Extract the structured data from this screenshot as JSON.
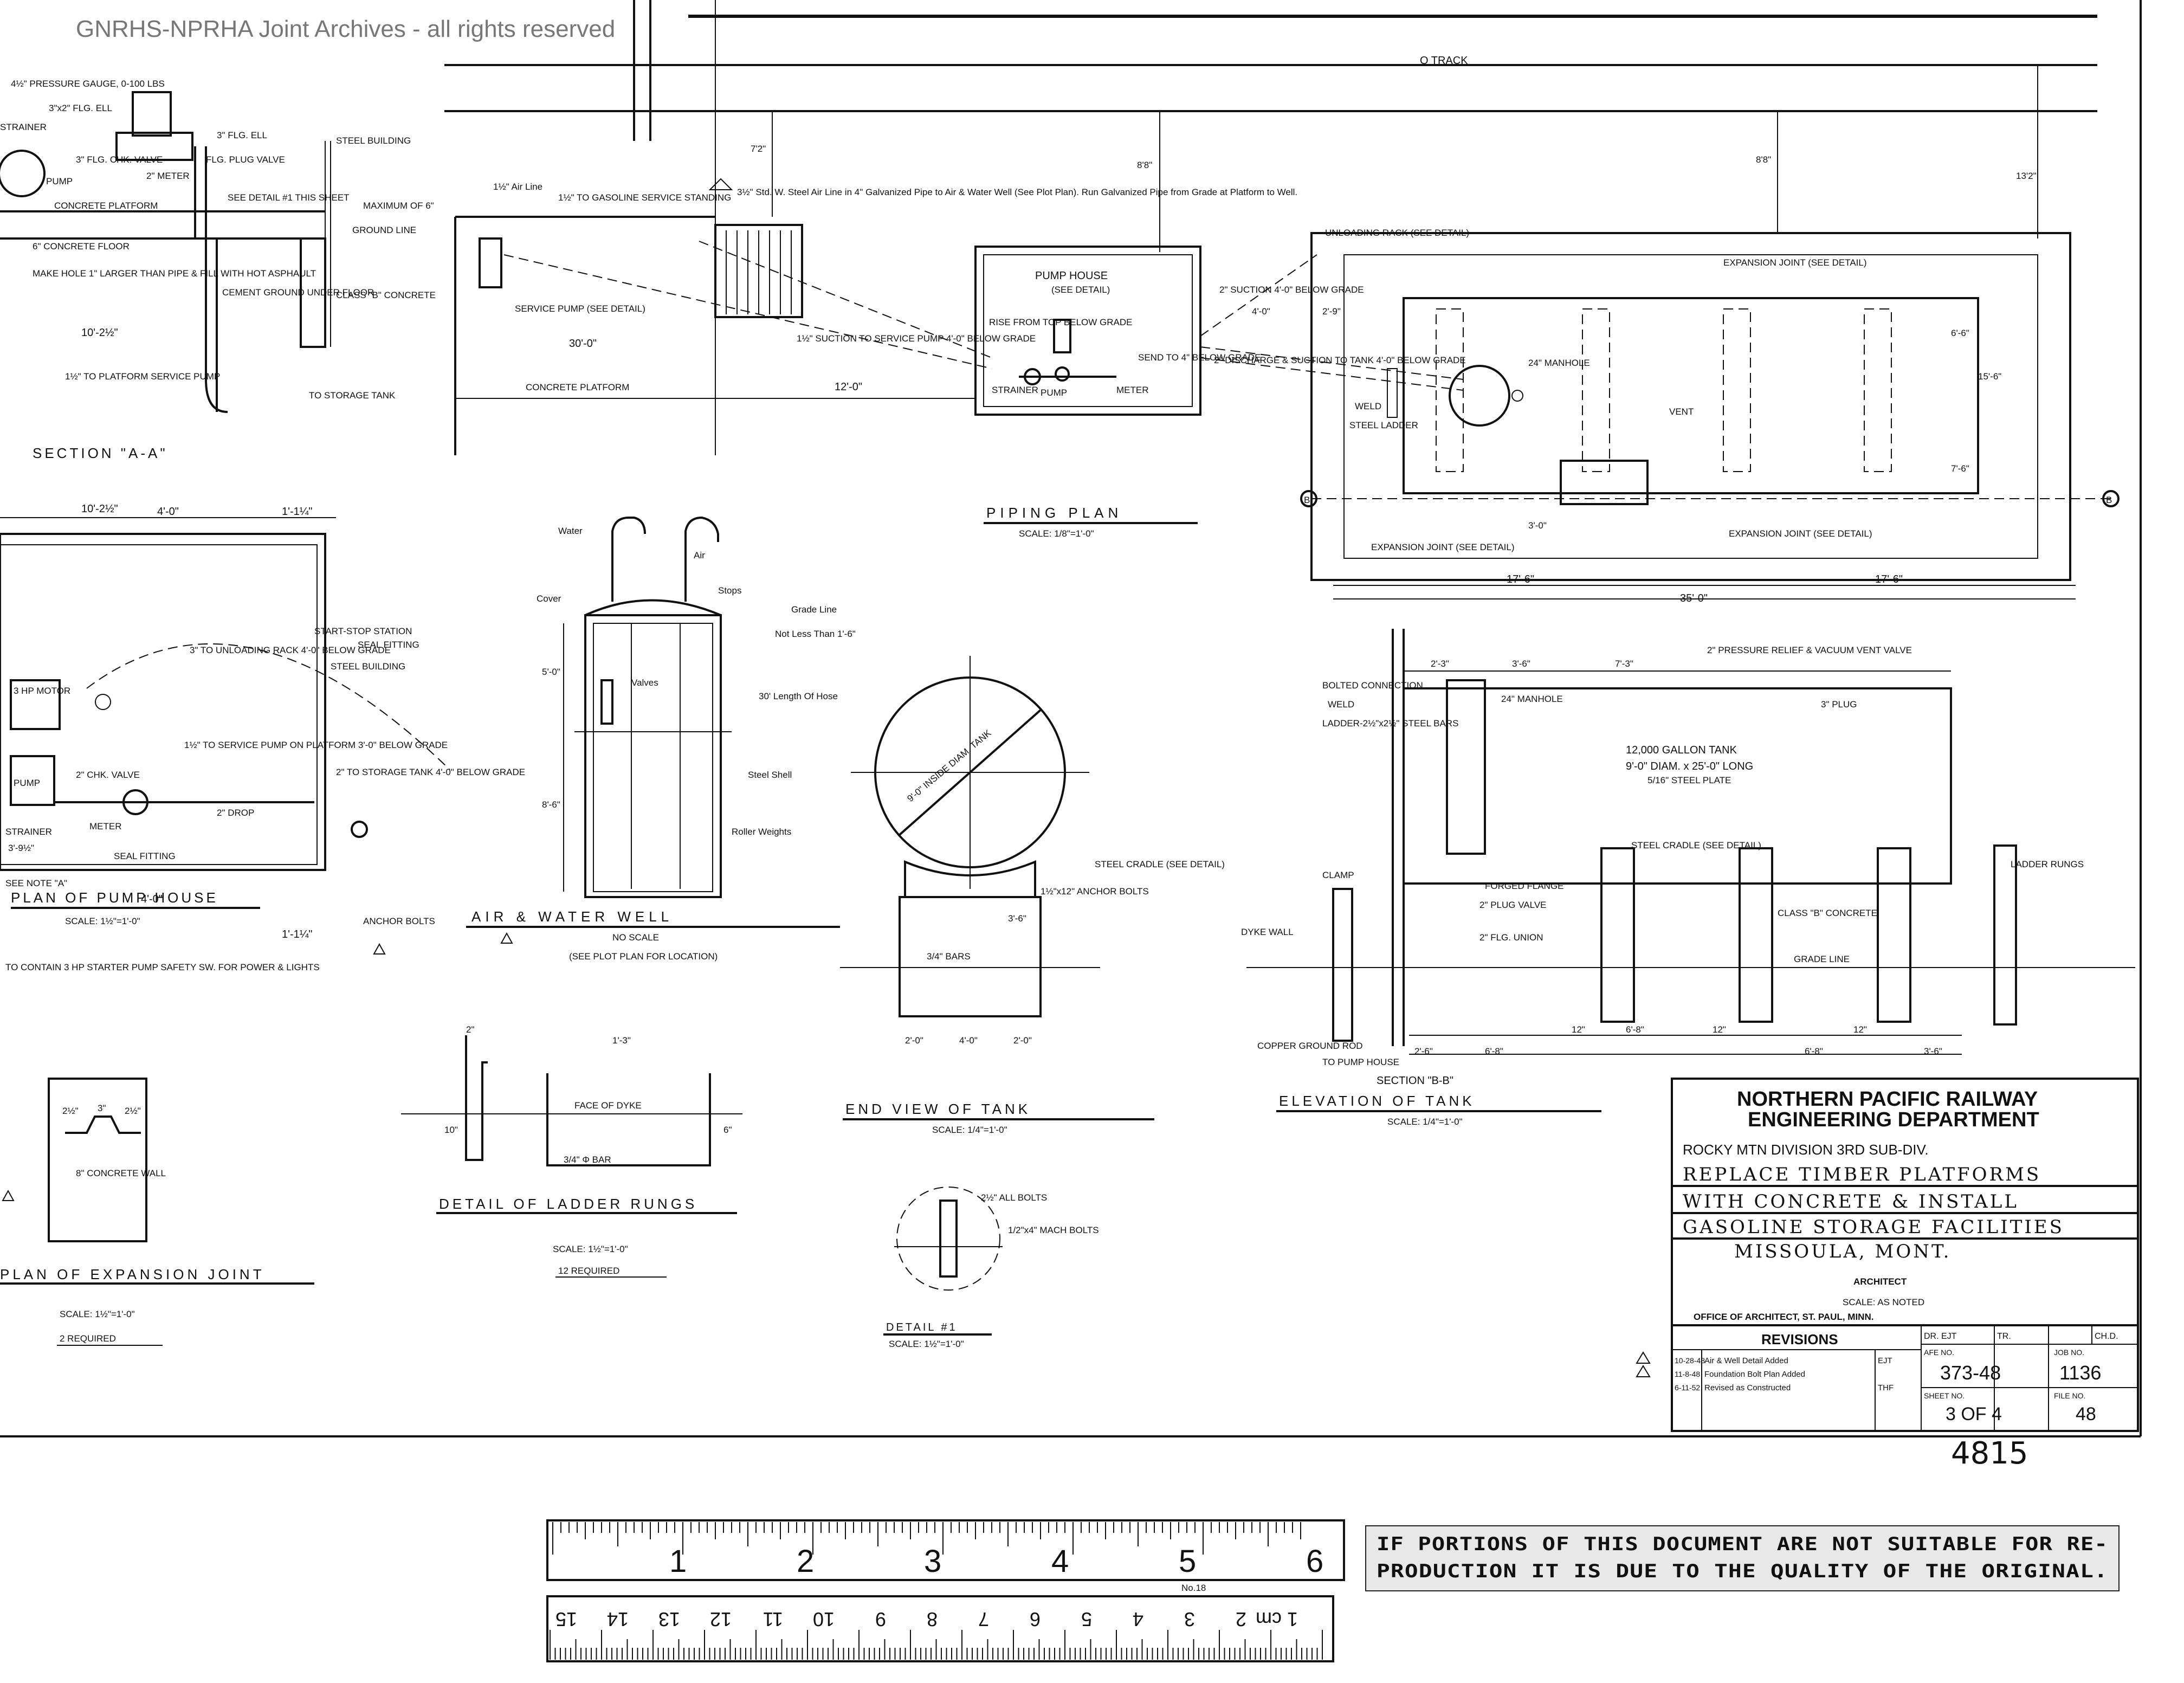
{
  "watermark": "GNRHS-NPRHA Joint Archives - all rights reserved",
  "track_label": "Q TRACK",
  "section_aa": {
    "title": "SECTION \"A-A\"",
    "notes": [
      "4½\" PRESSURE GAUGE, 0-100 LBS",
      "3\"x2\" FLG. ELL",
      "STRAINER",
      "3\" FLG. ELL",
      "3\" FLG. CHK. VALVE",
      "2\" METER",
      "FLG. PLUG VALVE",
      "STEEL BUILDING",
      "PUMP",
      "CONCRETE PLATFORM",
      "SEE DETAIL #1 THIS SHEET",
      "MAXIMUM OF 6\"",
      "GROUND LINE",
      "6\" CONCRETE FLOOR",
      "MAKE HOLE 1\" LARGER THAN PIPE & FILL WITH HOT ASPHAULT",
      "CEMENT GROUND UNDER FLOOR",
      "CLASS \"B\" CONCRETE",
      "10'-2½\"",
      "1½\" TO PLATFORM SERVICE PUMP",
      "TO STORAGE TANK"
    ]
  },
  "platform_section": {
    "notes": [
      "1½\" Air Line",
      "1½\" TO GASOLINE SERVICE STANDING",
      "SERVICE PUMP (SEE DETAIL)",
      "30'-0\"",
      "CONCRETE PLATFORM",
      "12'-0\"",
      "1½\" SUCTION TO SERVICE PUMP 4'-0\" BELOW GRADE"
    ],
    "air_note": "3½\" Std. W. Steel Air Line in 4\" Galvanized Pipe to Air & Water Well (See Plot Plan). Run Galvanized Pipe from Grade at Platform to Well."
  },
  "dims_top": [
    "7'2\"",
    "8'8\"",
    "8'8\"",
    "13'2\""
  ],
  "pump_house_plan": {
    "label": "PUMP HOUSE",
    "sub": "(SEE DETAIL)",
    "notes": [
      "RISE FROM TOP BELOW GRADE",
      "STRAINER",
      "PUMP",
      "METER",
      "SEND TO 4\" BELOW GRADE",
      "2\" DISCHARGE & SUCTION TO TANK 4'-0\" BELOW GRADE",
      "2\" SUCTION 4'-0\" BELOW GRADE"
    ]
  },
  "piping_plan": {
    "title": "PIPING PLAN",
    "scale": "SCALE: 1/8\"=1'-0\""
  },
  "tank_plan": {
    "notes": [
      "UNLOADING RACK (SEE DETAIL)",
      "EXPANSION JOINT (SEE DETAIL)",
      "24\" MANHOLE",
      "VENT",
      "WELD",
      "STEEL LADDER",
      "EXPANSION JOINT (SEE DETAIL)",
      "EXPANSION JOINT (SEE DETAIL)"
    ],
    "dims": [
      "17'-6\"",
      "17'-6\"",
      "35'-0\"",
      "15'-6\"",
      "6'-6\"",
      "7'-6\"",
      "3'-0\"",
      "2'-9\"",
      "4'-0\""
    ],
    "marker": "B"
  },
  "pump_house": {
    "title": "PLAN OF PUMP HOUSE",
    "scale": "SCALE: 1½\"=1'-0\"",
    "dims": [
      "10'-2½\"",
      "4'-0\"",
      "1'-1¼\"",
      "4'-0\"",
      "1'-1¼\"",
      "3'-9½\""
    ],
    "notes": [
      "START-STOP STATION",
      "SEAL FITTING",
      "3\" TO UNLOADING RACK 4'-0\" BELOW GRADE",
      "STEEL BUILDING",
      "3 HP MOTOR",
      "PUMP",
      "1½\" TO SERVICE PUMP ON PLATFORM 3'-0\" BELOW GRADE",
      "2\" CHK. VALVE",
      "2\" TO STORAGE TANK 4'-0\" BELOW GRADE",
      "METER",
      "2\" DROP",
      "STRAINER",
      "SEAL FITTING",
      "ANCHOR BOLTS",
      "SEE NOTE \"A\"",
      "TO CONTAIN 3 HP STARTER PUMP SAFETY SW. FOR POWER & LIGHTS"
    ]
  },
  "air_water_well": {
    "title": "AIR & WATER WELL",
    "scale": "NO SCALE",
    "ref": "(SEE PLOT PLAN FOR LOCATION)",
    "notes": [
      "Water",
      "Air",
      "Cover",
      "Stops",
      "Grade Line",
      "Not Less Than 1'-6\"",
      "Valves",
      "30' Length Of Hose",
      "Steel Shell",
      "Roller Weights"
    ],
    "dims": [
      "5'-0\"",
      "8'-6\""
    ]
  },
  "end_view": {
    "title": "END VIEW OF TANK",
    "scale": "SCALE: 1/4\"=1'-0\"",
    "notes": [
      "9'-0\" INSIDE DIAM. TANK",
      "STEEL CRADLE (SEE DETAIL)",
      "1½\"x12\" ANCHOR BOLTS",
      "3/4\" BARS"
    ],
    "dims": [
      "3'-6\"",
      "2'-0\"",
      "4'-0\"",
      "2'-0\""
    ]
  },
  "elevation": {
    "title": "ELEVATION OF TANK",
    "scale": "SCALE: 1/4\"=1'-0\"",
    "section": "SECTION \"B-B\"",
    "tank_title": "12,000 GALLON TANK",
    "tank_size": "9'-0\" DIAM. x 25'-0\" LONG",
    "tank_plate": "5/16\" STEEL PLATE",
    "notes": [
      "BOLTED CONNECTION",
      "WELD",
      "24\" MANHOLE",
      "2\" PRESSURE RELIEF & VACUUM VENT VALVE",
      "3\" PLUG",
      "LADDER-2½\"x2½\" STEEL BARS",
      "LADDER RUNGS",
      "STEEL CRADLE (SEE DETAIL)",
      "FORGED FLANGE",
      "2\" PLUG VALVE",
      "2\" FLG. UNION",
      "CLASS \"B\" CONCRETE",
      "GRADE LINE",
      "DYKE WALL",
      "COPPER GROUND ROD",
      "TO PUMP HOUSE",
      "CLAMP"
    ],
    "dims": [
      "2'-3\"",
      "3'-6\"",
      "7'-3\"",
      "6'-8\"",
      "6'-8\"",
      "6'-8\"",
      "3'-6\"",
      "2'-6\"",
      "12\"",
      "12\"",
      "12\""
    ]
  },
  "expansion_joint": {
    "title": "PLAN OF EXPANSION JOINT",
    "scale": "SCALE: 1½\"=1'-0\"",
    "qty": "2 REQUIRED",
    "notes": [
      "2½\"",
      "3\"",
      "2½\"",
      "8\" CONCRETE WALL"
    ]
  },
  "ladder_rungs": {
    "title": "DETAIL OF LADDER RUNGS",
    "scale": "SCALE: 1½\"=1'-0\"",
    "qty": "12 REQUIRED",
    "notes": [
      "2\"",
      "10\"",
      "1'-3\"",
      "FACE OF DYKE",
      "3/4\" Φ BAR",
      "6\""
    ]
  },
  "detail1": {
    "title": "DETAIL #1",
    "scale": "SCALE: 1½\"=1'-0\"",
    "notes": [
      "2½\" ALL BOLTS",
      "1/2\"x4\" MACH BOLTS"
    ]
  },
  "title_block": {
    "company": "NORTHERN PACIFIC RAILWAY",
    "dept": "ENGINEERING DEPARTMENT",
    "division": "ROCKY MTN DIVISION 3RD SUB-DIV.",
    "project": [
      "REPLACE TIMBER PLATFORMS",
      "WITH CONCRETE & INSTALL",
      "GASOLINE STORAGE FACILITIES",
      "MISSOULA, MONT."
    ],
    "architect_label": "ARCHITECT",
    "scale": "SCALE: AS NOTED",
    "office": "OFFICE OF ARCHITECT, ST. PAUL, MINN.",
    "revisions_label": "REVISIONS",
    "revisions": [
      {
        "date": "10-28-48",
        "text": "Air & Well Detail Added",
        "by": "EJT"
      },
      {
        "date": "11-8-48",
        "text": "Foundation Bolt Plan Added",
        "by": ""
      },
      {
        "date": "6-11-52",
        "text": "Revised as Constructed",
        "by": "THF"
      }
    ],
    "dr_label": "DR. EJT",
    "tr_label": "TR.",
    "ch_label": "CH.D.",
    "afe_label": "AFE NO.",
    "afe": "373-48",
    "job_label": "JOB NO.",
    "job": "1136",
    "sheet_label": "SHEET NO.",
    "sheet": "3 OF 4",
    "file_label": "FILE NO.",
    "file": "48"
  },
  "hand_number": "4815",
  "ruler": {
    "top_nums": [
      "1",
      "2",
      "3",
      "4",
      "5",
      "6"
    ],
    "bottom_nums": [
      "1 cm",
      "2",
      "3",
      "4",
      "5",
      "6",
      "7",
      "8",
      "9",
      "10",
      "11",
      "12",
      "13",
      "14",
      "15"
    ],
    "maker": "No.18"
  },
  "disclaimer": "IF PORTIONS OF THIS DOCUMENT ARE NOT SUITABLE FOR RE- PRODUCTION IT IS DUE TO THE QUALITY OF THE ORIGINAL."
}
